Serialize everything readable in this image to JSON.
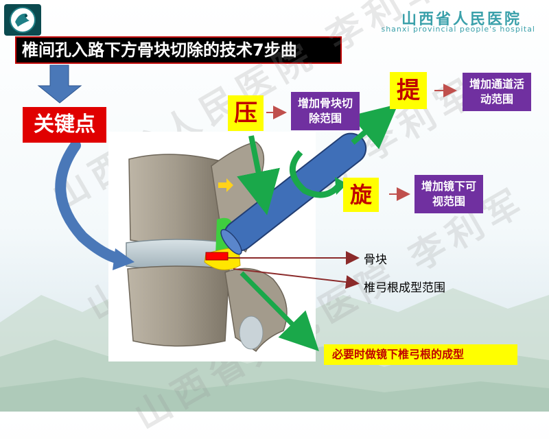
{
  "hospital": {
    "name_cn": "山西省人民医院",
    "name_en": "shanxi provincial people's hospital"
  },
  "title": "椎间孔入路下方骨块切除的技术7步曲",
  "key_point": "关键点",
  "actions": [
    {
      "char": "压",
      "desc": "增加骨块切除范围"
    },
    {
      "char": "提",
      "desc": "增加通道活动范围"
    },
    {
      "char": "旋",
      "desc": "增加镜下可视范围"
    }
  ],
  "labels": {
    "bone": "骨块",
    "pedicle": "椎弓根成型范围"
  },
  "note": "必要时做镜下椎弓根的成型",
  "watermarks": [
    "山西省人民医院 李利军",
    "山西省人民医院 李利军",
    "山西省人民医院 李利军"
  ],
  "colors": {
    "red_box": "#e00000",
    "yellow_box": "#ffff00",
    "purple_box": "#7030a0",
    "arrow_green": "#1aa84a",
    "arrow_blue": "#4a78b8",
    "endoscope": "#3f6fb8"
  }
}
